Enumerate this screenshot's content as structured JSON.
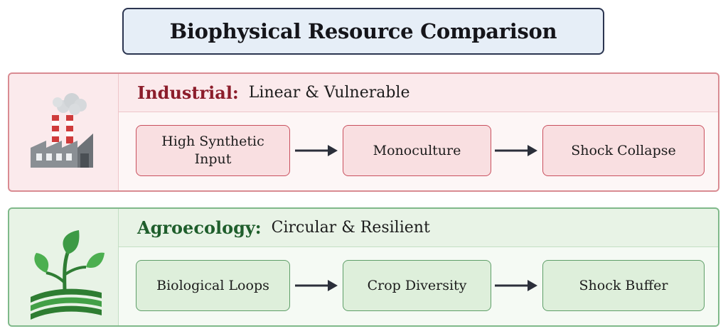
{
  "title": "Biophysical Resource Comparison",
  "panels": {
    "industrial": {
      "icon": "factory-icon",
      "header_key": "Industrial:",
      "header_rest": "Linear & Vulnerable",
      "steps": [
        "High Synthetic Input",
        "Monoculture",
        "Shock Collapse"
      ],
      "accent": "#8c1d2b"
    },
    "agroecology": {
      "icon": "seedling-icon",
      "header_key": "Agroecology:",
      "header_rest": "Circular & Resilient",
      "steps": [
        "Biological Loops",
        "Crop Diversity",
        "Shock Buffer"
      ],
      "accent": "#1f5e2c"
    }
  }
}
